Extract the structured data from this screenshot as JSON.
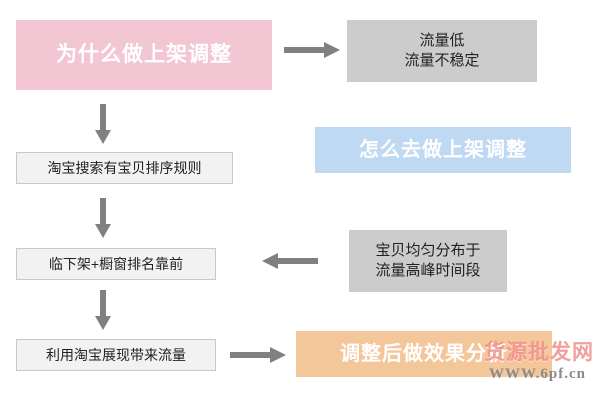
{
  "diagram": {
    "title_boxes": [
      {
        "id": "why-adjust",
        "text": "为什么做上架调整"
      },
      {
        "id": "how-adjust",
        "text": "怎么去做上架调整"
      },
      {
        "id": "after-effect",
        "text": "调整后做效果分析"
      }
    ],
    "nodes": [
      {
        "id": "low-traffic",
        "lines": [
          "流量低",
          "流量不稳定"
        ]
      },
      {
        "id": "taobao-rule",
        "lines": [
          "淘宝搜索有宝贝排序规则"
        ]
      },
      {
        "id": "window-rank",
        "lines": [
          "临下架+橱窗排名靠前"
        ]
      },
      {
        "id": "even-distribution",
        "lines": [
          "宝贝均匀分布于",
          "流量高峰时间段"
        ]
      },
      {
        "id": "use-display",
        "lines": [
          "利用淘宝展现带来流量"
        ]
      }
    ],
    "arrows": [
      {
        "id": "arrow-why-to-lowtraffic",
        "direction": "right"
      },
      {
        "id": "arrow-why-to-rule",
        "direction": "down"
      },
      {
        "id": "arrow-rule-to-window",
        "direction": "down"
      },
      {
        "id": "arrow-window-to-display",
        "direction": "down"
      },
      {
        "id": "arrow-distribution-to-window",
        "direction": "left"
      },
      {
        "id": "arrow-display-to-after",
        "direction": "right"
      }
    ]
  },
  "watermark": {
    "main": "货源批发网",
    "sub": "WWW.6pf.cn"
  },
  "colors": {
    "pink": "#f3c6d3",
    "blue": "#bfd9f2",
    "orange": "#f4c79b",
    "grey": "#cccccc",
    "light": "#f2f2f2",
    "arrow": "#808080",
    "watermark_main": "#f0908c",
    "watermark_sub": "#8a8a8a"
  }
}
